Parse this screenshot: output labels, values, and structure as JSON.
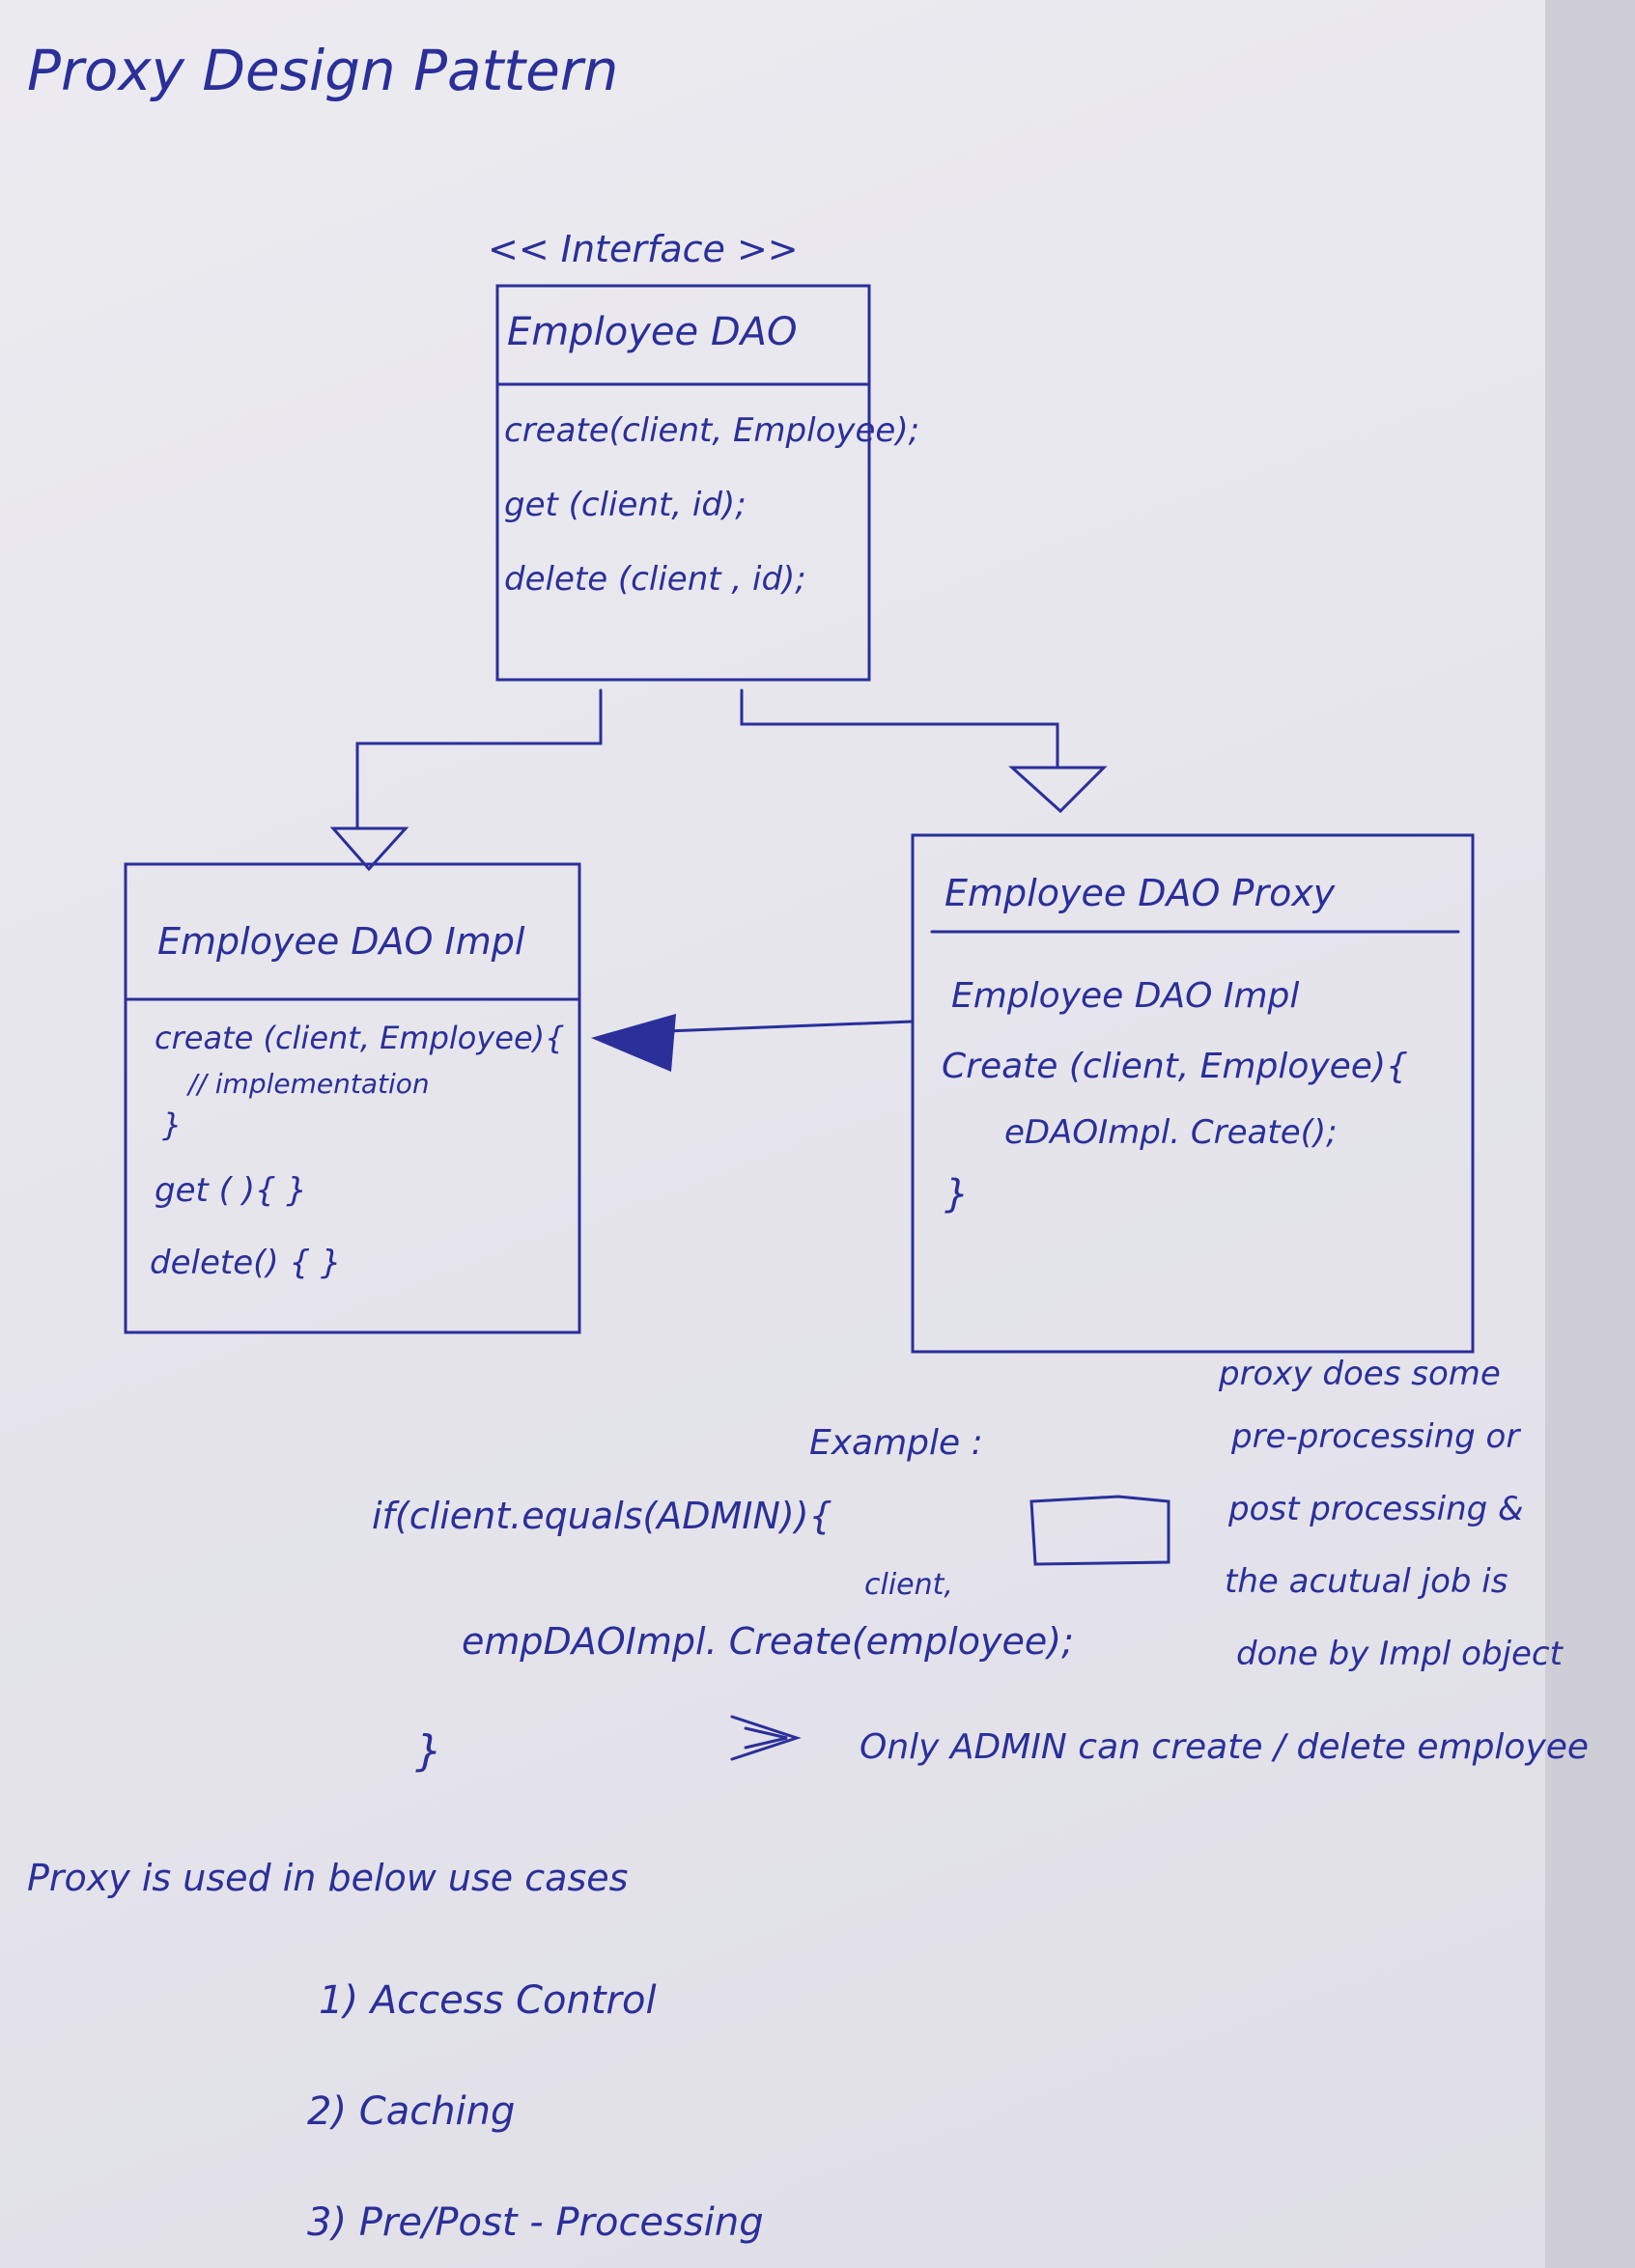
{
  "title": "Proxy Design Pattern",
  "interface_stereotype": "<< Interface >>",
  "interface_box": {
    "name": "Employee DAO",
    "methods": [
      "create(client, Employee);",
      "get (client, id);",
      "delete (client , id);"
    ]
  },
  "impl_box": {
    "name": "Employee DAO Impl",
    "body": [
      "create (client, Employee){",
      "// implementation",
      "}",
      "get (  ){ }",
      "delete() { }"
    ]
  },
  "proxy_box": {
    "name": "Employee DAO Proxy",
    "body": [
      "Employee DAO Impl",
      "Create (client, Employee){",
      "eDAOImpl. Create();",
      "}"
    ]
  },
  "note": [
    "proxy does some",
    "pre-processing or",
    "post processing &",
    "the acutual job is",
    "done by Impl object"
  ],
  "example": {
    "label": "Example :",
    "code": [
      "if(client.equals(ADMIN)){",
      "client,",
      "empDAOImpl. Create(employee);",
      "}"
    ],
    "result": "Only ADMIN can create / delete employee"
  },
  "use_cases": {
    "heading": "Proxy is used in below use cases",
    "items": [
      "1) Access Control",
      "2) Caching",
      "3) Pre/Post - Processing"
    ]
  }
}
